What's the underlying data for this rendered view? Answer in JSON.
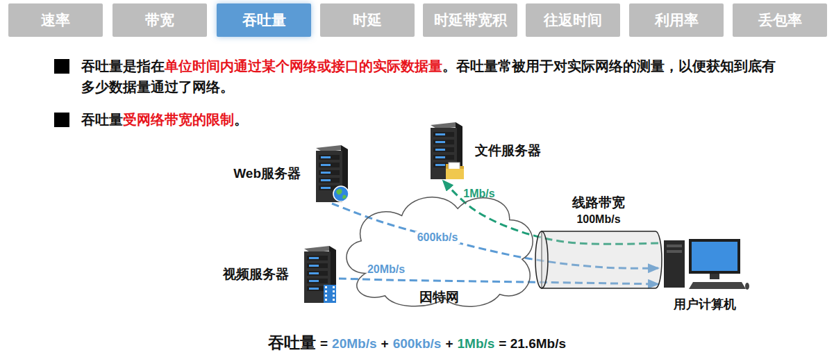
{
  "diagram": {
    "nodes": [
      {
        "text": [
          "速率"
        ]
      },
      {
        "text": [
          "带宽"
        ]
      },
      {
        "text": [
          "吞吐量"
        ]
      },
      {
        "text": [
          "时延"
        ]
      },
      {
        "text": [
          "时延带宽积"
        ]
      },
      {
        "text": [
          "往返时间"
        ]
      },
      {
        "text": [
          "利用率"
        ]
      },
      {
        "text": [
          "丢包率"
        ]
      },
      {
        "text": [
          "文件服务器"
        ]
      },
      {
        "text": [
          "Web服务器"
        ]
      },
      {
        "text": [
          "线路带宽",
          "100Mb/s"
        ]
      },
      {
        "text": [
          "视频服务器"
        ]
      },
      {
        "text": [
          "因特网"
        ]
      },
      {
        "text": [
          "用户计算机"
        ]
      }
    ],
    "edges": [
      {
        "from": 9,
        "to": 13,
        "label": "600kb/s",
        "arrow": "to"
      },
      {
        "from": 11,
        "to": 13,
        "label": "20Mb/s",
        "arrow": "to"
      },
      {
        "from": 13,
        "to": 8,
        "label": "1Mb/s",
        "arrow": "to"
      }
    ],
    "labels": [
      "吞吐量是指在",
      "单位时间内通过某个网络或接口的实际数据量",
      "。吞吐量常被用于对实际网络的测量，以便获知到底有多少数据量通过了网络。",
      "吞吐量",
      "受网络带宽的限制",
      "。",
      "吞吐量",
      "=",
      "20Mb/s",
      "+",
      "600kb/s",
      "+",
      "1Mb/s",
      "= 21.6Mb/s"
    ]
  }
}
